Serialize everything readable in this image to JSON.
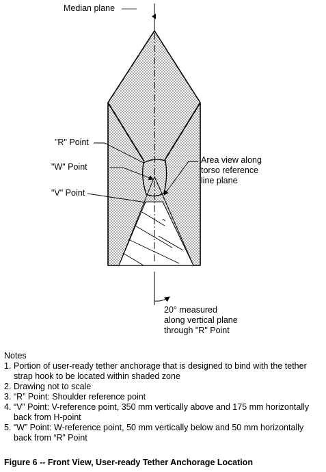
{
  "labels": {
    "median_plane": "Median plane",
    "r_point": "\"R\" Point",
    "w_point": "\"W\" Point",
    "v_point": "\"V\" Point",
    "area_view": [
      "Area view along",
      "torso reference",
      "line plane"
    ],
    "angle": [
      "20° measured",
      "along vertical plane",
      "through \"R\" Point"
    ]
  },
  "notes": {
    "heading": "Notes",
    "items": [
      {
        "num": "1.",
        "text": "Portion of user-ready tether anchorage that is designed to bind with the tether strap hook to be located within shaded zone"
      },
      {
        "num": "2.",
        "text": "Drawing not to scale"
      },
      {
        "num": "3.",
        "text": "“R” Point:  Shoulder reference point"
      },
      {
        "num": "4.",
        "text": "“V” Point:  V-reference point, 350 mm vertically above and 175 mm horizontally back from H-point"
      },
      {
        "num": "5.",
        "text": "“W” Point:  W-reference point, 50 mm vertically below and 50 mm horizontally back from “R” Point"
      }
    ]
  },
  "caption": "Figure 6 -- Front View, User-ready Tether Anchorage Location"
}
